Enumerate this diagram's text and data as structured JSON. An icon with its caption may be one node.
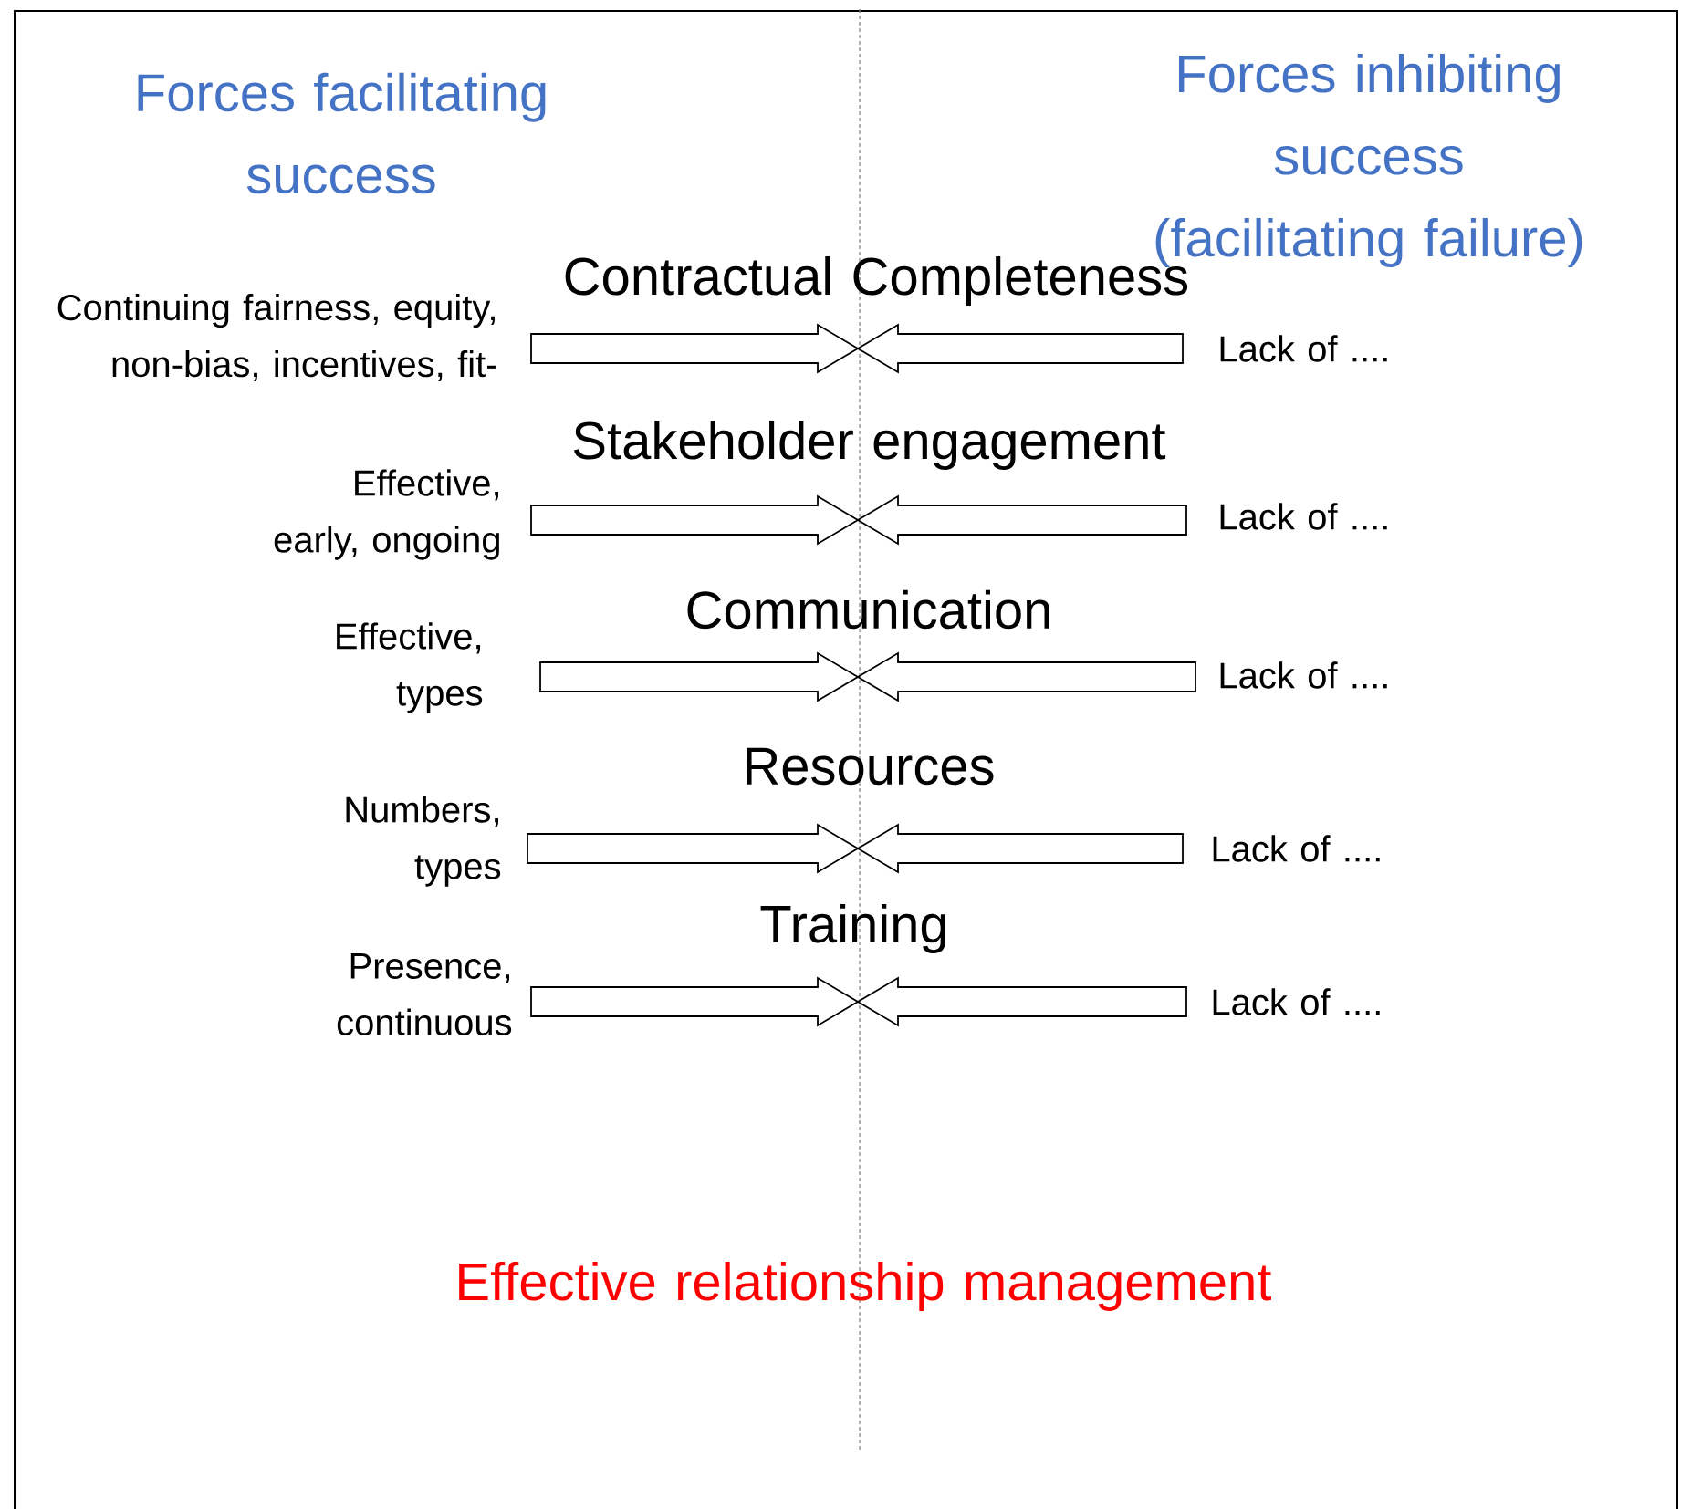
{
  "diagram": {
    "labels": [
      "Forces facilitating success",
      "Forces inhibiting success (facilitating failure)",
      "Continuing fairness, equity, non-bias, incentives, fit-",
      "Contractual Completeness",
      "Lack of ....",
      "Effective, early, ongoing",
      "Stakeholder engagement",
      "Lack of ....",
      "Effective, types",
      "Communication",
      "Lack of ....",
      "Numbers, types",
      "Resources",
      "Lack of ....",
      "Presence, continuous",
      "Training",
      "Lack of ....",
      "Effective relationship management"
    ]
  }
}
